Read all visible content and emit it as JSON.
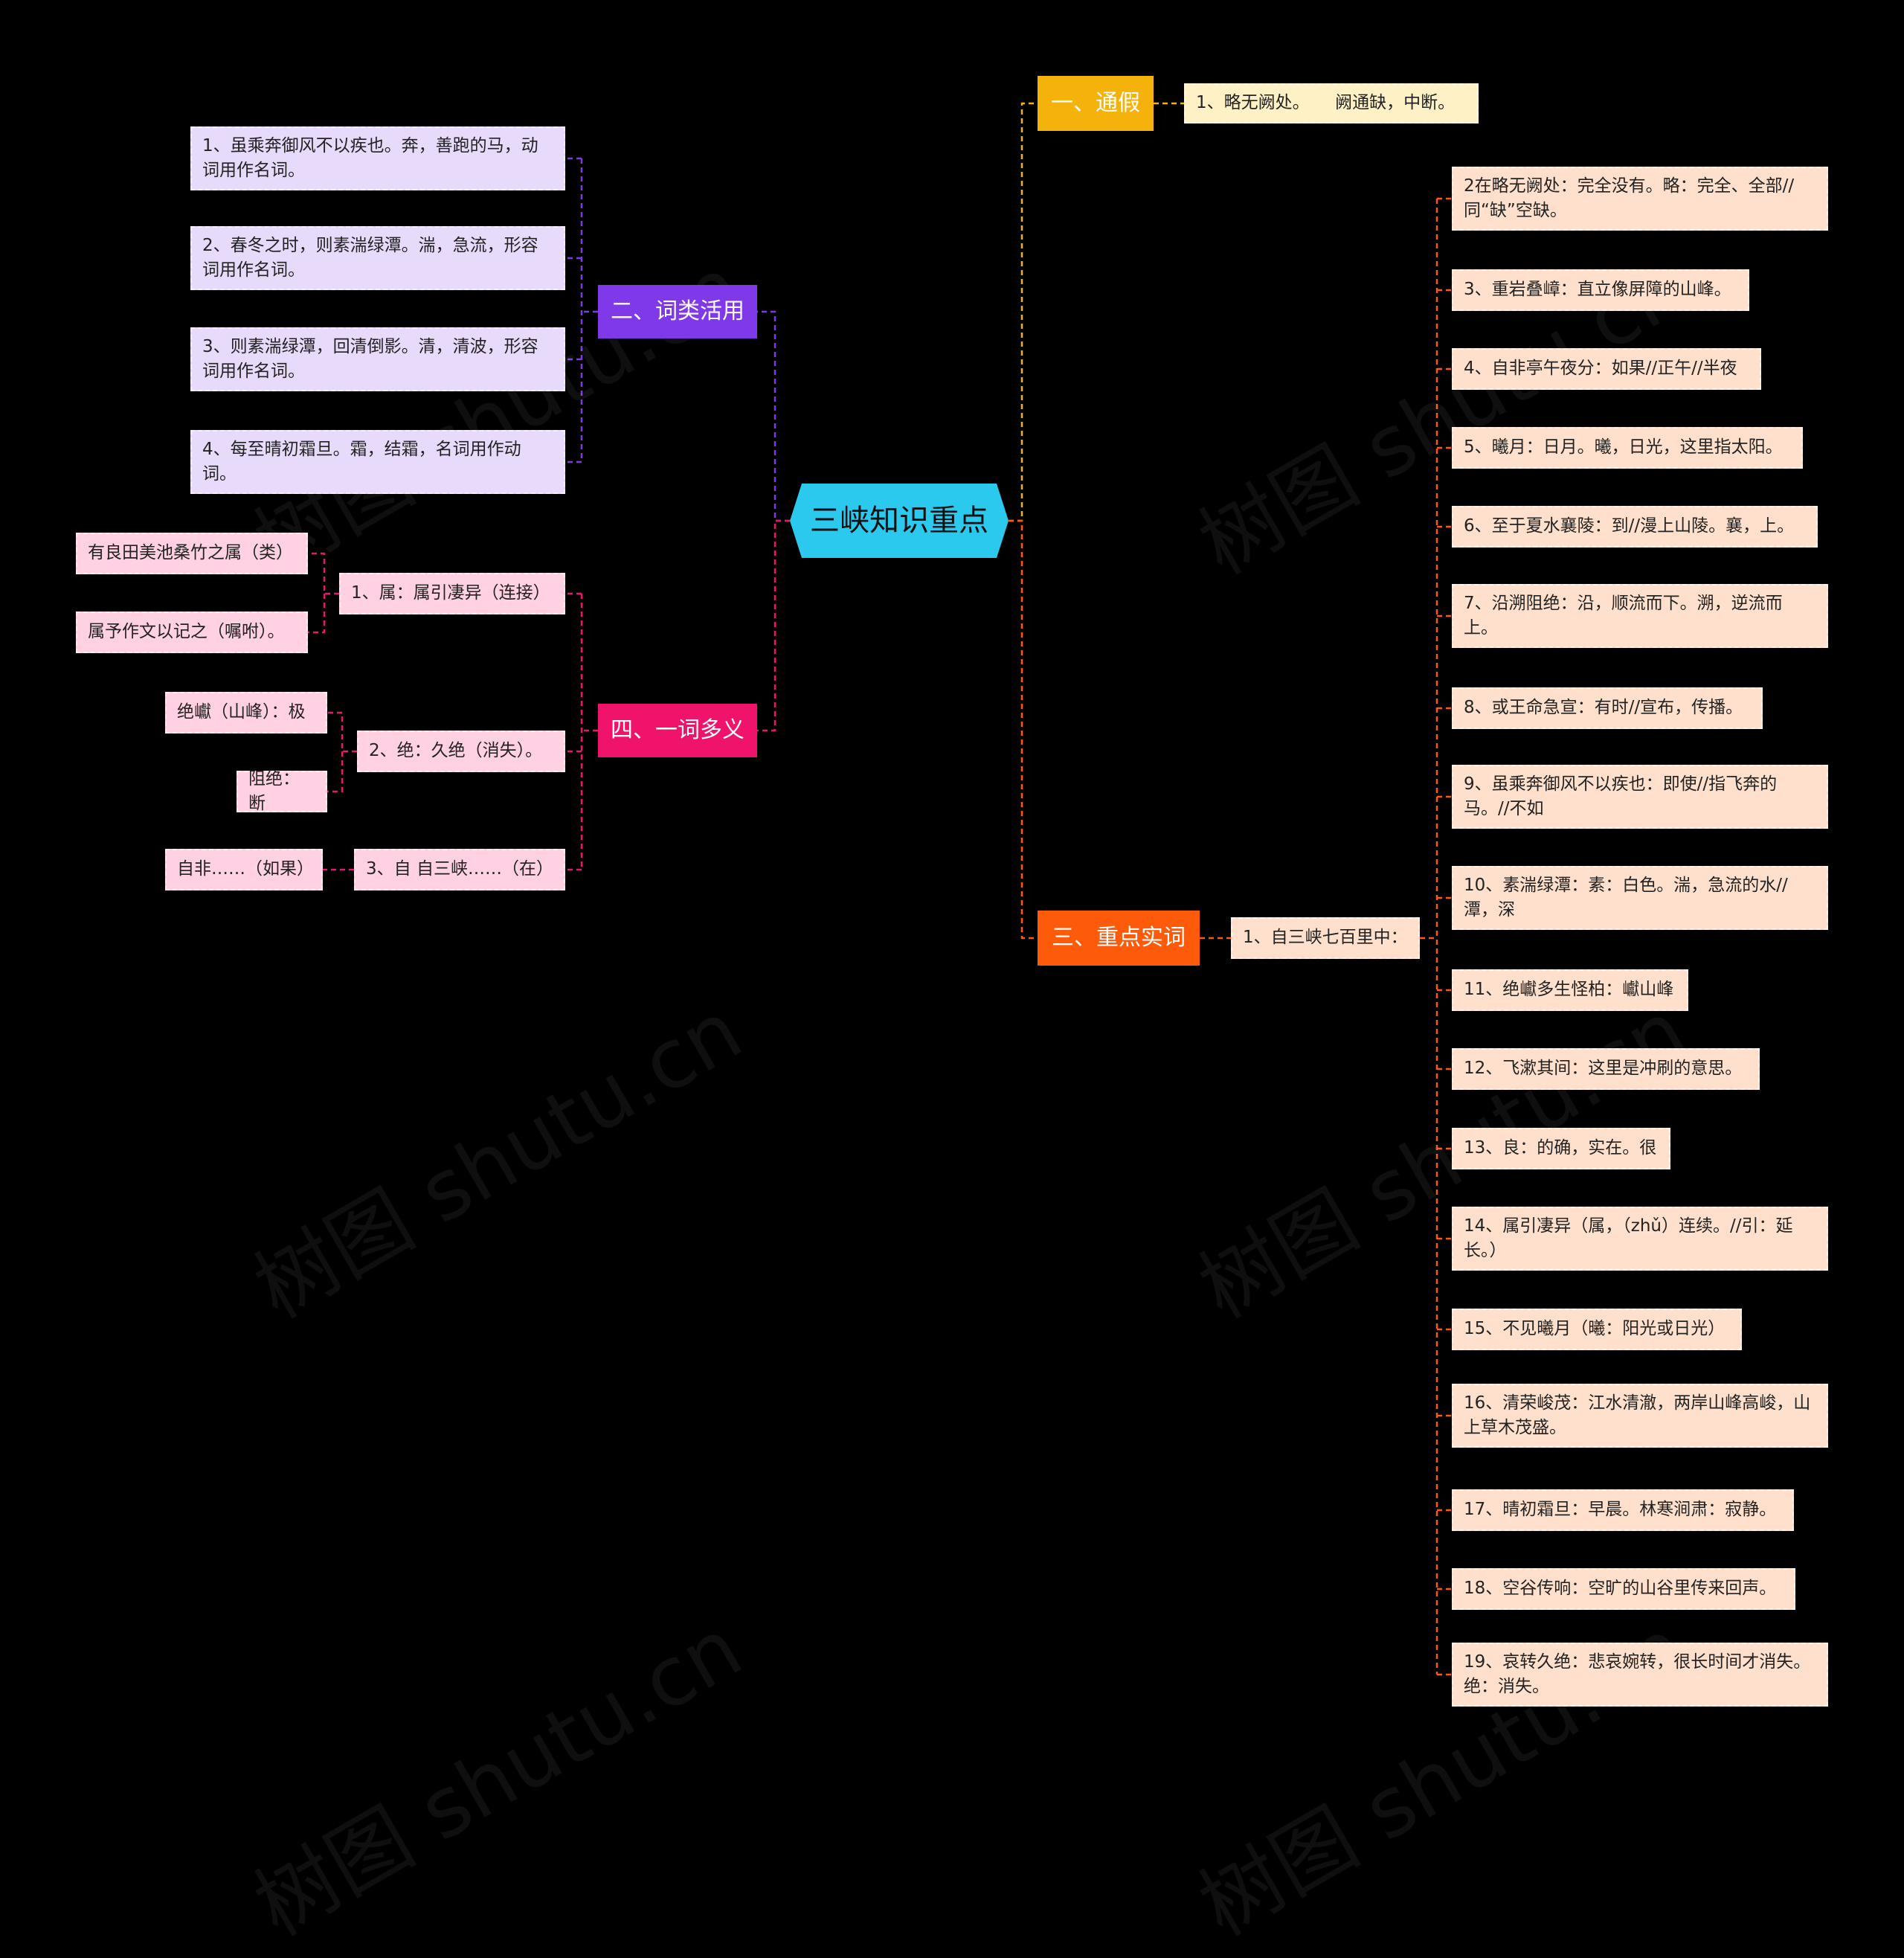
{
  "root": "三峡知识重点",
  "watermark": "树图 shutu.cn",
  "colors": {
    "yellow": "#f5b20a",
    "orange": "#fd5a0a",
    "purple": "#7f39e8",
    "pink": "#f0136b",
    "root": "#2cc9ee"
  },
  "branch1": {
    "title": "一、通假",
    "items": [
      "1、略无阙处。　　阙通缺，中断。"
    ]
  },
  "branch3": {
    "title": "三、重点实词",
    "sub": "1、自三峡七百里中：",
    "items": [
      "2在略无阙处：完全没有。略：完全、全部//同“缺”空缺。",
      "3、重岩叠嶂：直立像屏障的山峰。",
      "4、自非亭午夜分：如果//正午//半夜",
      "5、曦月：日月。曦，日光，这里指太阳。",
      "6、至于夏水襄陵：到//漫上山陵。襄，上。",
      "7、沿溯阻绝：沿，顺流而下。溯，逆流而上。",
      "8、或王命急宣：有时//宣布，传播。",
      "9、虽乘奔御风不以疾也：即使//指飞奔的马。//不如",
      "10、素湍绿潭：素：白色。湍，急流的水//潭，深",
      "11、绝巘多生怪柏：巘山峰",
      "12、飞漱其间：这里是冲刷的意思。",
      "13、良：的确，实在。很",
      "14、属引凄异（属，（zhǔ）连续。//引：延长。）",
      "15、不见曦月（曦：阳光或日光）",
      "16、清荣峻茂：江水清澈，两岸山峰高峻，山上草木茂盛。",
      "17、晴初霜旦：早晨。林寒涧肃：寂静。",
      "18、空谷传响：空旷的山谷里传来回声。",
      "19、哀转久绝：悲哀婉转，很长时间才消失。绝：消失。"
    ]
  },
  "branch2": {
    "title": "二、词类活用",
    "items": [
      "1、虽乘奔御风不以疾也。奔，善跑的马，动词用作名词。",
      "2、春冬之时，则素湍绿潭。湍，急流，形容词用作名词。",
      "3、则素湍绿潭，回清倒影。清，清波，形容词用作名词。",
      "4、每至晴初霜旦。霜，结霜，名词用作动词。"
    ]
  },
  "branch4": {
    "title": "四、一词多义",
    "groups": [
      {
        "label": "1、属：属引凄异（连接）",
        "items": [
          "有良田美池桑竹之属（类）",
          "属予作文以记之（嘱咐）。"
        ]
      },
      {
        "label": "2、绝：久绝（消失）。",
        "items": [
          "绝巘（山峰）：极",
          "阻绝：断"
        ]
      },
      {
        "label": "3、自  自三峡……（在）",
        "items": [
          "自非……（如果）"
        ]
      }
    ]
  }
}
